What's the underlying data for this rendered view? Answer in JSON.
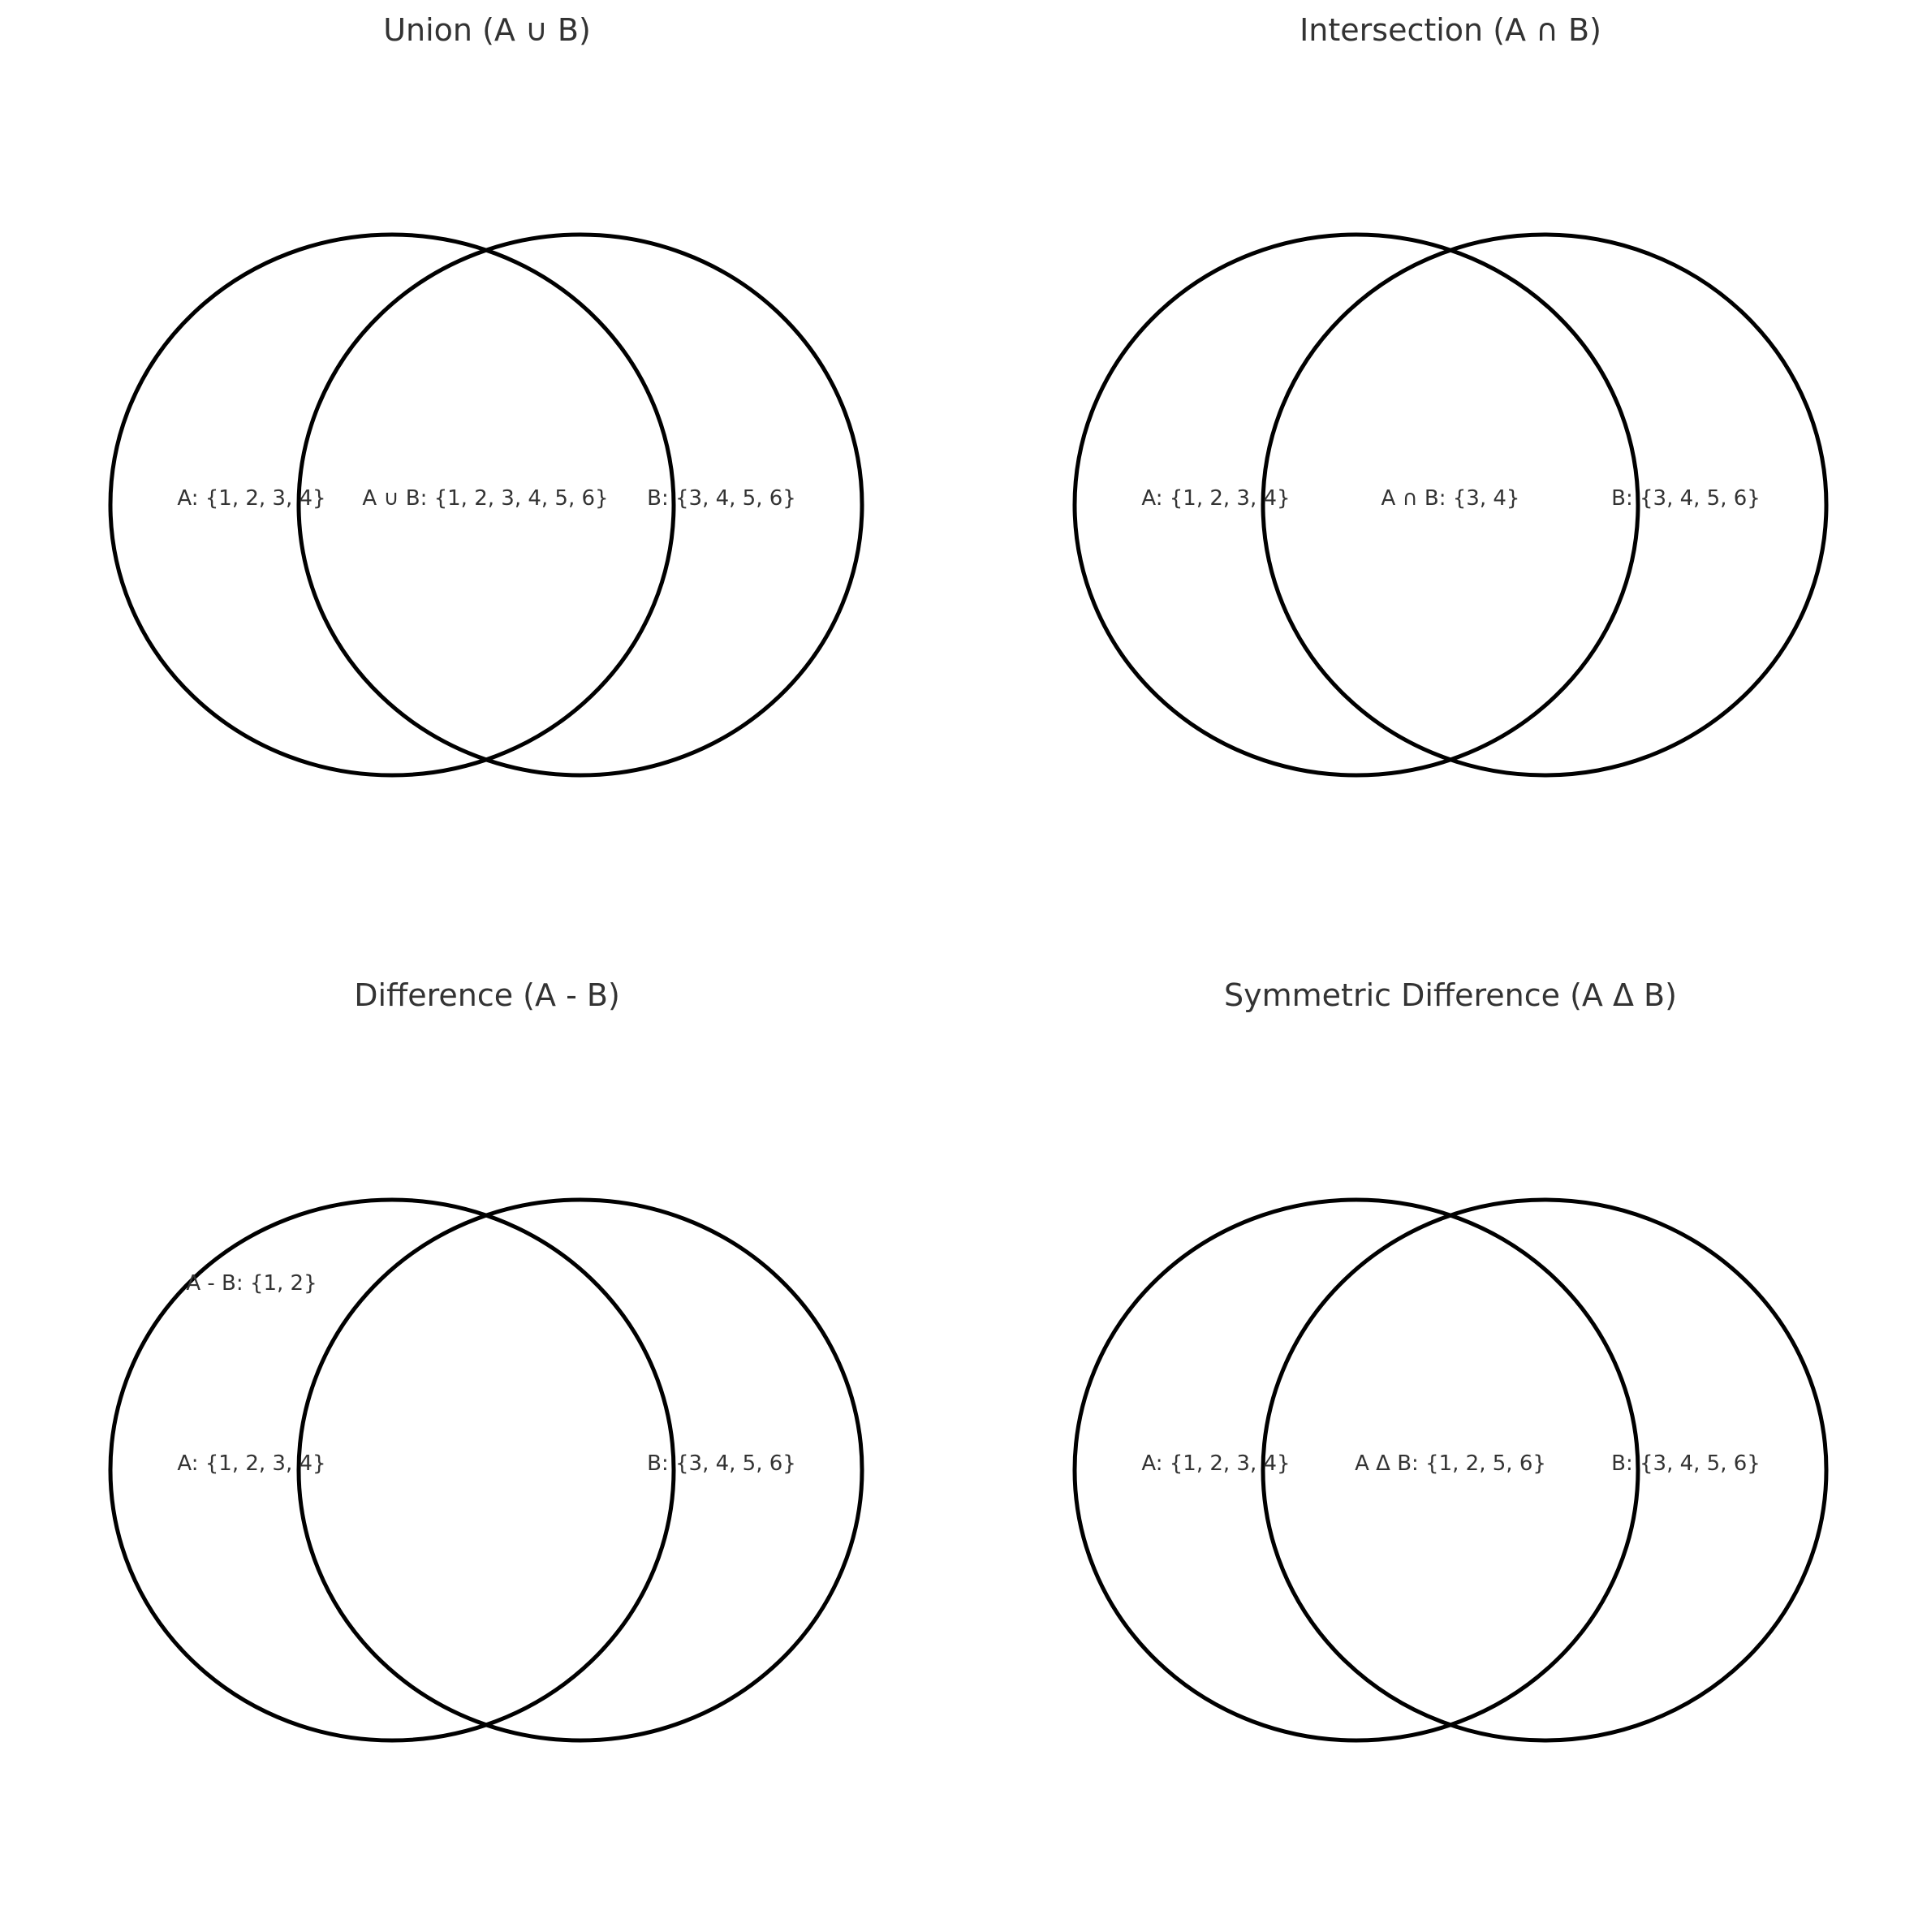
{
  "panels": [
    {
      "title": "Union (A ∪ B)",
      "label_a": "A: {1, 2, 3, 4}",
      "label_b": "B: {3, 4, 5, 6}",
      "label_result": "A ∪ B: {1, 2, 3, 4, 5, 6}"
    },
    {
      "title": "Intersection (A ∩ B)",
      "label_a": "A: {1, 2, 3, 4}",
      "label_b": "B: {3, 4, 5, 6}",
      "label_result": "A ∩ B: {3, 4}"
    },
    {
      "title": "Difference (A - B)",
      "label_a": "A: {1, 2, 3, 4}",
      "label_b": "B: {3, 4, 5, 6}",
      "label_result": "A - B: {1, 2}"
    },
    {
      "title": "Symmetric Difference (A Δ B)",
      "label_a": "A: {1, 2, 3, 4}",
      "label_b": "B: {3, 4, 5, 6}",
      "label_result": "A Δ B: {1, 2, 5, 6}"
    }
  ],
  "colors": {
    "outline": "#000000",
    "text": "#333333",
    "background": "#ffffff"
  }
}
